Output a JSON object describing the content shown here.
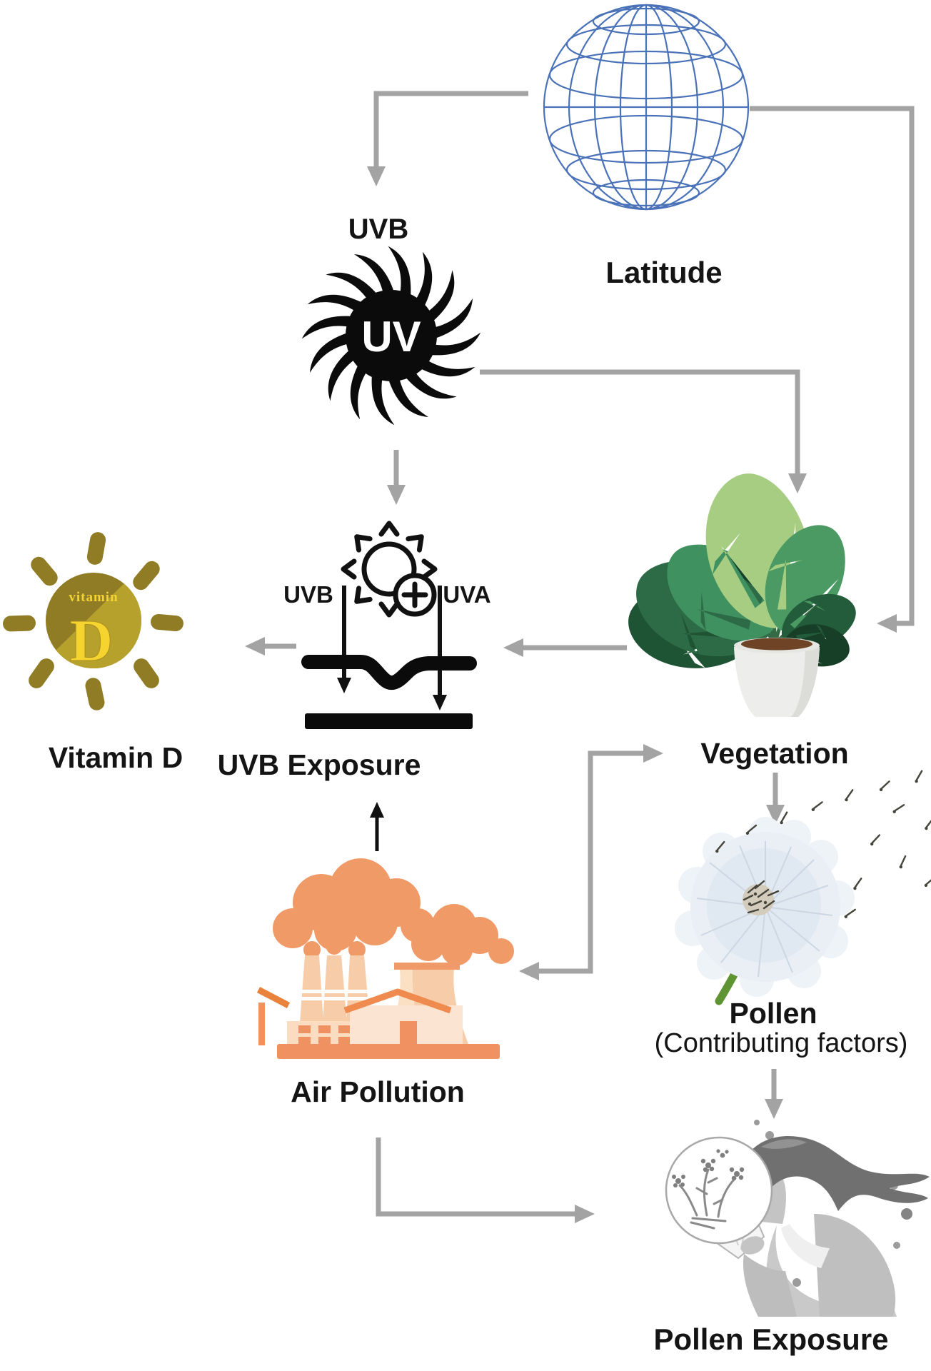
{
  "nodes": {
    "latitude": {
      "label": "Latitude"
    },
    "uvb": {
      "label": "UVB",
      "icon_text": "UV"
    },
    "uvb_exposure": {
      "label": "UVB Exposure",
      "left_ray": "UVB",
      "right_ray": "UVA"
    },
    "vitamin_d": {
      "label": "Vitamin D",
      "badge_top": "vitamin",
      "badge_letter": "D"
    },
    "vegetation": {
      "label": "Vegetation"
    },
    "pollen": {
      "label": "Pollen",
      "sublabel": "(Contributing factors)"
    },
    "air_pollution": {
      "label": "Air Pollution"
    },
    "pollen_exposure": {
      "label": "Pollen Exposure"
    }
  },
  "edges": [
    {
      "from": "Latitude",
      "to": "UVB"
    },
    {
      "from": "Latitude",
      "to": "Vegetation"
    },
    {
      "from": "UVB",
      "to": "UVB Exposure"
    },
    {
      "from": "UVB",
      "to": "Vegetation"
    },
    {
      "from": "Vegetation",
      "to": "UVB Exposure"
    },
    {
      "from": "UVB Exposure",
      "to": "Vitamin D"
    },
    {
      "from": "Air Pollution",
      "to": "UVB Exposure"
    },
    {
      "from": "Air Pollution",
      "to": "Vegetation",
      "bidirectional": true
    },
    {
      "from": "Vegetation",
      "to": "Pollen"
    },
    {
      "from": "Pollen",
      "to": "Pollen Exposure"
    },
    {
      "from": "Air Pollution",
      "to": "Pollen Exposure"
    }
  ],
  "colors": {
    "arrow_gray": "#a3a3a3",
    "arrow_black": "#111111",
    "text": "#141414",
    "globe_blue": "#4a72b8",
    "factory_orange": "#ef9a68",
    "factory_light": "#f7cda9",
    "factory_accent": "#ef8b4f",
    "vitamin_olive": "#8f7c24",
    "vitamin_yellow": "#f6d42f",
    "leaf_green": "#3f915f",
    "dandelion_fluff": "#e9eff5"
  }
}
